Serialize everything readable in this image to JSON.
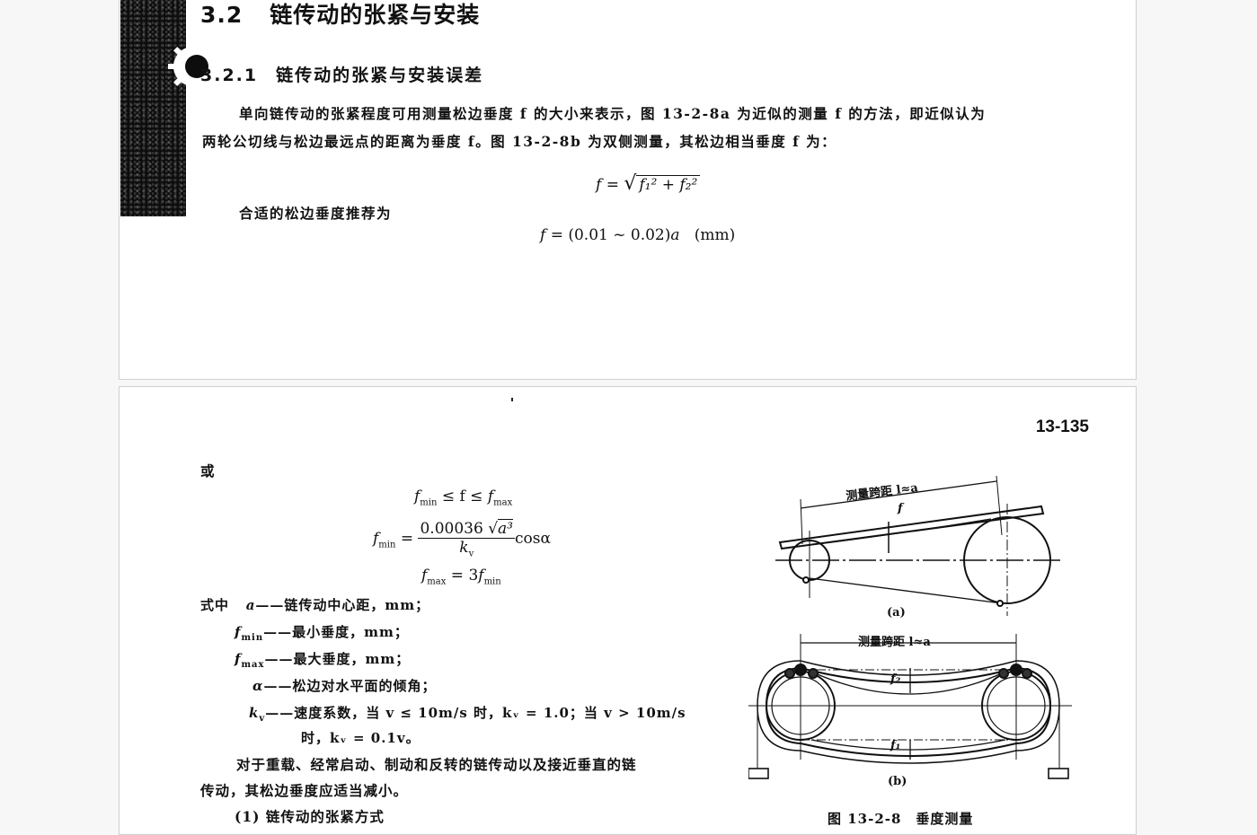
{
  "page1": {
    "section": {
      "number": "3.2",
      "title": "链传动的张紧与安装"
    },
    "subsection": {
      "number": "3.2.1",
      "title": "链传动的张紧与安装误差"
    },
    "paragraph1_line1": "单向链传动的张紧程度可用测量松边垂度 f 的大小来表示，图 13-2-8a 为近似的测量 f 的方法，即近似认为",
    "paragraph1_line2": "两轮公切线与松边最远点的距离为垂度 f。图 13-2-8b 为双侧测量，其松边相当垂度 f 为：",
    "formula1": {
      "lhs": "f =",
      "radicand": "f₁² + f₂²"
    },
    "paragraph2": "合适的松边垂度推荐为",
    "formula2": {
      "lhs": "f = ",
      "body": "(0.01 ~ 0.02)",
      "var": "a",
      "unit": "(mm)"
    }
  },
  "page2": {
    "page_number": "13-135",
    "or_label": "或",
    "formula_range": {
      "left": "f",
      "left_sub": "min",
      "mid": " ≤ f ≤ ",
      "right": "f",
      "right_sub": "max"
    },
    "formula_fmin": {
      "lhs": "f",
      "lhs_sub": "min",
      "eq": " = ",
      "numerator": "0.00036",
      "root": "a³",
      "denominator": "k",
      "denominator_sub": "v",
      "tail": "cosα"
    },
    "formula_fmax": {
      "lhs": "f",
      "lhs_sub": "max",
      "eq": " = 3",
      "rhs": "f",
      "rhs_sub": "min"
    },
    "definitions": [
      {
        "lead": "式中",
        "symbol": "a",
        "sub": "",
        "text": "——链传动中心距，mm；"
      },
      {
        "lead": "",
        "symbol": "f",
        "sub": "min",
        "text": "——最小垂度，mm；"
      },
      {
        "lead": "",
        "symbol": "f",
        "sub": "max",
        "text": "——最大垂度，mm；"
      },
      {
        "lead": "",
        "symbol": "α",
        "sub": "",
        "text": "——松边对水平面的倾角；"
      },
      {
        "lead": "",
        "symbol": "k",
        "sub": "v",
        "text": "——速度系数，当 v ≤ 10m/s 时，kᵥ = 1.0；当 v > 10m/s"
      }
    ],
    "definition_continuation": "时，kᵥ = 0.1v。",
    "paragraph3_line1": "对于重载、经常启动、制动和反转的链传动以及接近垂直的链",
    "paragraph3_line2": "传动，其松边垂度应适当减小。",
    "item1": "(1) 链传动的张紧方式",
    "figure": {
      "label_a_span": "测量跨距 l≈a",
      "label_a_f": "f",
      "sublabel_a": "(a)",
      "label_b_span": "测量跨距 l≈a",
      "label_b_f2": "f₂",
      "label_b_f1": "f₁",
      "sublabel_b": "(b)",
      "caption": "图 13-2-8　垂度测量"
    }
  }
}
